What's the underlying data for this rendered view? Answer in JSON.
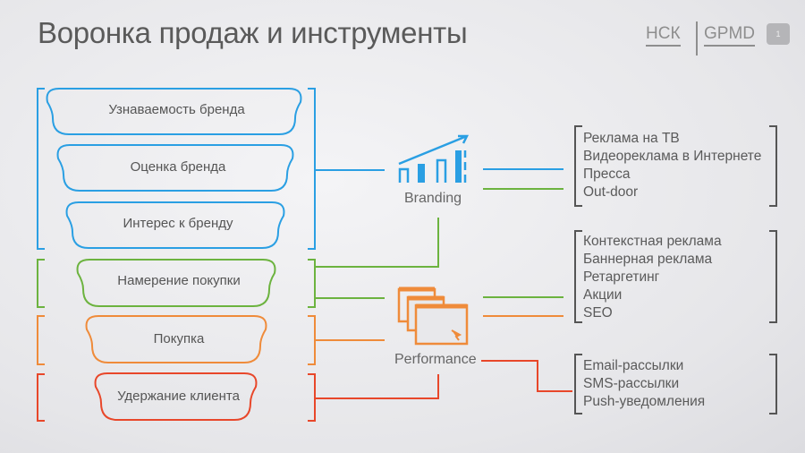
{
  "title": "Воронка продаж и инструменты",
  "logos": {
    "left": "НСК",
    "right": "GPMD"
  },
  "page_number": "1",
  "colors": {
    "blue": "#2a9fe3",
    "green": "#6cb33f",
    "orange": "#ef8b3a",
    "red": "#e8472a"
  },
  "funnel": [
    {
      "label": "Узнаваемость бренда",
      "group": "blue"
    },
    {
      "label": "Оценка бренда",
      "group": "blue"
    },
    {
      "label": "Интерес к бренду",
      "group": "blue"
    },
    {
      "label": "Намерение покупки",
      "group": "green"
    },
    {
      "label": "Покупка",
      "group": "orange"
    },
    {
      "label": "Удержание клиента",
      "group": "red"
    }
  ],
  "channels": {
    "branding": "Branding",
    "performance": "Performance"
  },
  "tools": [
    [
      "Реклама на ТВ",
      "Видеореклама в Интернете",
      "Пресса",
      "Out-door"
    ],
    [
      "Контекстная реклама",
      "Баннерная реклама",
      "Ретаргетинг",
      "Акции",
      "SEO"
    ],
    [
      "Email-рассылки",
      "SMS-рассылки",
      "Push-уведомления"
    ]
  ]
}
